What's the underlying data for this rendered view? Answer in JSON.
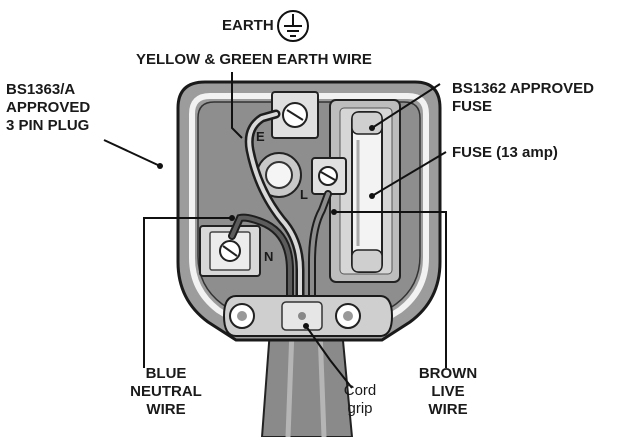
{
  "labels": {
    "earth": "EARTH",
    "earth_wire": "YELLOW & GREEN EARTH WIRE",
    "plug": [
      "BS1363/A",
      "APPROVED",
      "3 PIN PLUG"
    ],
    "fuse_approved": [
      "BS1362 APPROVED",
      "FUSE"
    ],
    "fuse_rating": "FUSE (13 amp)",
    "neutral": [
      "BLUE",
      "NEUTRAL",
      "WIRE"
    ],
    "live": [
      "BROWN",
      "LIVE",
      "WIRE"
    ],
    "cord_grip": [
      "Cord",
      "grip"
    ],
    "terminal_e": "E",
    "terminal_l": "L",
    "terminal_n": "N"
  },
  "icons": {
    "earth": "earth-ground-symbol",
    "screws": "terminal-screw"
  }
}
